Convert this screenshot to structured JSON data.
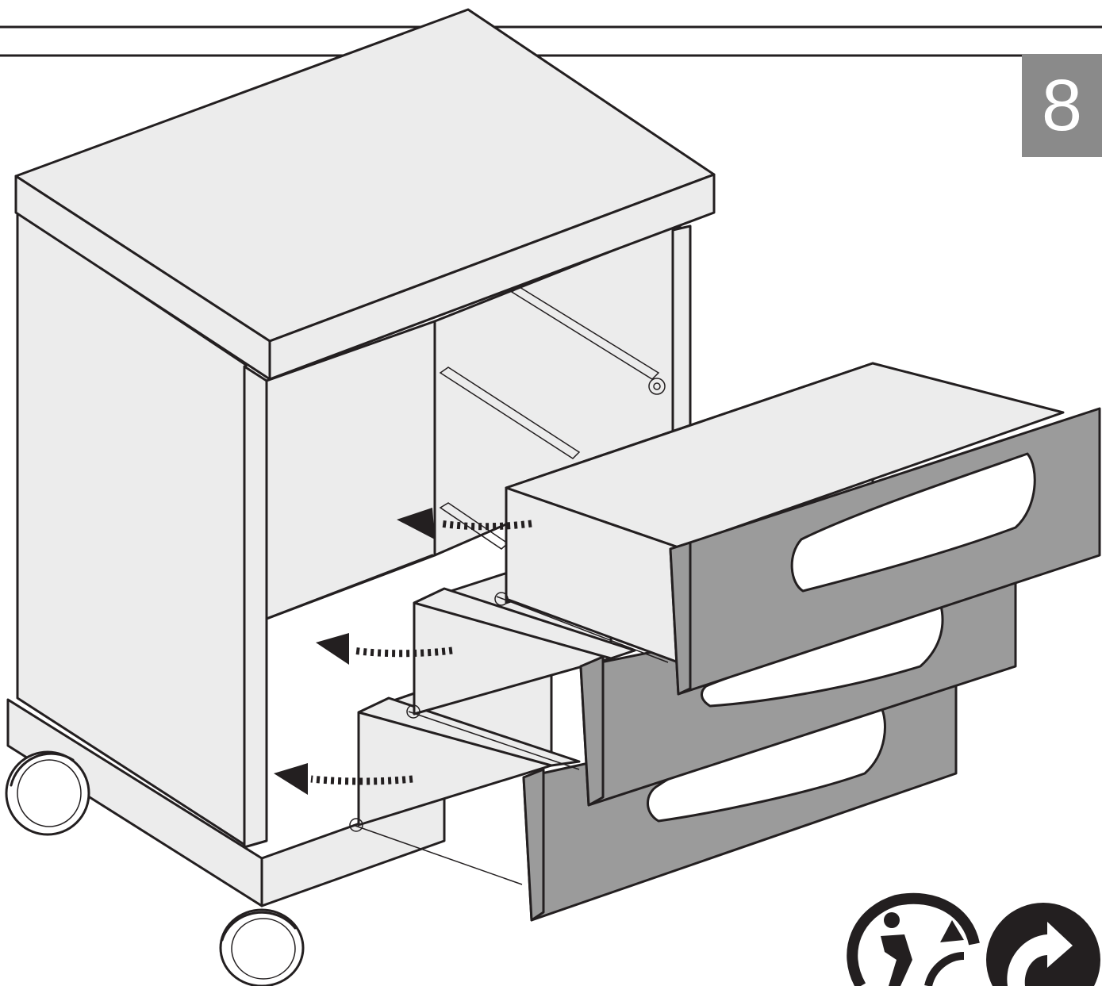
{
  "step": {
    "number": "8"
  },
  "colors": {
    "panel_fill": "#ececec",
    "front_fill": "#9b9b9b",
    "outline": "#231f20",
    "badge_fill": "#8a8a8a",
    "background": "#ffffff"
  },
  "icons": [
    "tidyman-recycling-icon",
    "green-dot-icon",
    "insert-arrow-icon"
  ],
  "drawers": [
    {
      "position": "top"
    },
    {
      "position": "middle"
    },
    {
      "position": "bottom"
    }
  ]
}
